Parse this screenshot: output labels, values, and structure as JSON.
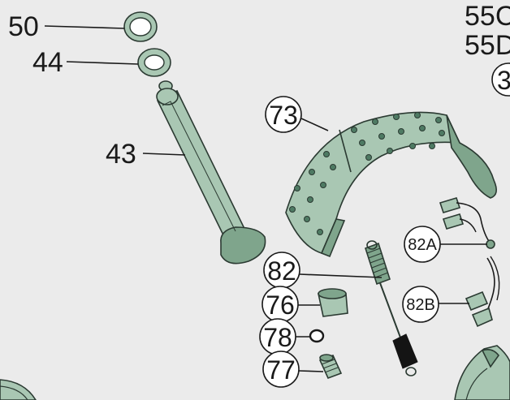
{
  "labels": {
    "p50": "50",
    "p44": "44",
    "p43": "43",
    "p73": "73",
    "p82": "82",
    "p76": "76",
    "p78": "78",
    "p77": "77",
    "p82a": "82A",
    "p82b": "82B",
    "p55c": "55C",
    "p55d": "55D",
    "p3": "3"
  },
  "colors": {
    "background": "#ebebeb",
    "part_fill": "#a9c7b3",
    "part_stroke": "#2b3a32"
  }
}
